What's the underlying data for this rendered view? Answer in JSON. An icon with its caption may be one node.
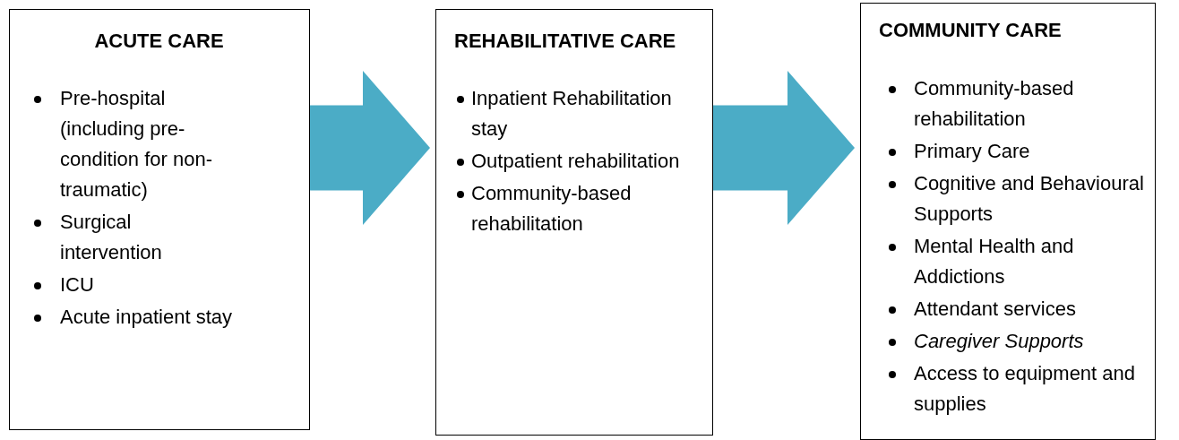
{
  "diagram": {
    "nodes": [
      {
        "text": [
          "ACUTE CARE",
          "Pre-hospital (including pre-condition for non-traumatic)",
          "Surgical intervention",
          "ICU",
          "Acute inpatient stay"
        ]
      },
      {
        "text": [
          "REHABILITATIVE CARE",
          "Inpatient Rehabilitation stay",
          "Outpatient rehabilitation",
          "Community-based rehabilitation"
        ]
      },
      {
        "text": [
          "COMMUNITY CARE",
          "Community-based rehabilitation",
          "Primary Care",
          "Cognitive and Behavioural Supports",
          "Mental Health and Addictions",
          "Attendant services",
          "*Caregiver Supports*",
          "Access to equipment and supplies"
        ]
      }
    ],
    "edges": [
      {
        "from": 0,
        "to": 1,
        "arrow": "to"
      },
      {
        "from": 1,
        "to": 2,
        "arrow": "to"
      }
    ]
  }
}
